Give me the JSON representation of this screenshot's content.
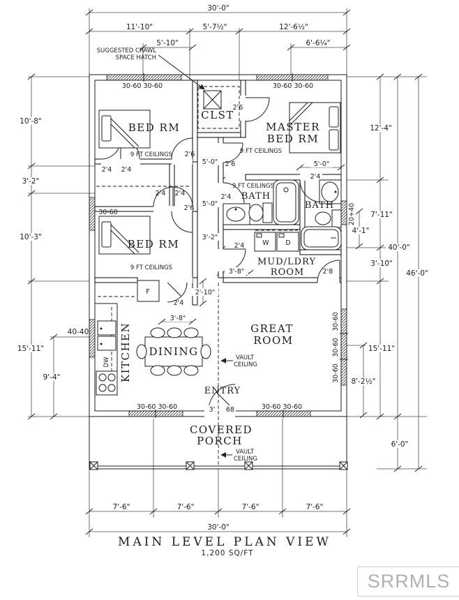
{
  "drawing": {
    "title": "MAIN LEVEL PLAN VIEW",
    "subtitle": "1,200 SQ/FT",
    "watermark": "SRRMLS"
  },
  "rooms": {
    "bedroom": "BED RM",
    "master_line1": "MASTER",
    "master_line2": "BED RM",
    "closet": "CLST",
    "bath": "BATH",
    "mud_line1": "MUD/LDRY",
    "mud_line2": "ROOM",
    "kitchen": "KITCHEN",
    "dining": "DINING",
    "great_line1": "GREAT",
    "great_line2": "ROOM",
    "entry": "ENTRY",
    "porch_line1": "COVERED",
    "porch_line2": "PORCH"
  },
  "notes": {
    "ceiling9": "9 FT CEILINGS",
    "vault": "VAULT",
    "ceiling": "CEILING",
    "crawl_line1": "SUGGESTED CRAWL",
    "crawl_line2": "SPACE HATCH"
  },
  "windows": {
    "pair_3060": "30-60 30-60",
    "single_3060": "30-60",
    "w_4040": "40-40",
    "w_2040": "20+40"
  },
  "doors": {
    "d_26": "2'6",
    "d_24": "2'4",
    "d_28": "2'8",
    "entry_w": "3'",
    "entry_h": "68"
  },
  "appliances": {
    "fridge": "F",
    "washer": "W",
    "dryer": "D",
    "dishwasher": "DW"
  },
  "dims": {
    "top_total": "30'-0\"",
    "top_a": "11'-10\"",
    "top_b": "5'-7½\"",
    "top_c": "12'-6½\"",
    "top_d": "5'-10\"",
    "top_e": "6'-6¼\"",
    "left_a": "10'-8\"",
    "left_b": "3'-2\"",
    "left_c": "10'-3\"",
    "left_d": "15'-11\"",
    "left_e": "9'-4\"",
    "right_a": "12'-4\"",
    "right_b": "7'-11\"",
    "right_c": "4'-1\"",
    "right_d": "40'-0\"",
    "right_e": "3'-10\"",
    "right_f": "46'-0\"",
    "right_g": "15'-11\"",
    "right_h": "8'-2½\"",
    "right_i": "6'-0\"",
    "bottom_seg": "7'-6\"",
    "bottom_total": "30'-0\"",
    "hall_a": "5'-0\"",
    "hall_b": "3'-2\"",
    "hall_w": "3'-8\"",
    "master_door": "5'-0\"",
    "stub": "2'-10\"",
    "kitchen_open": "3'-8\""
  }
}
